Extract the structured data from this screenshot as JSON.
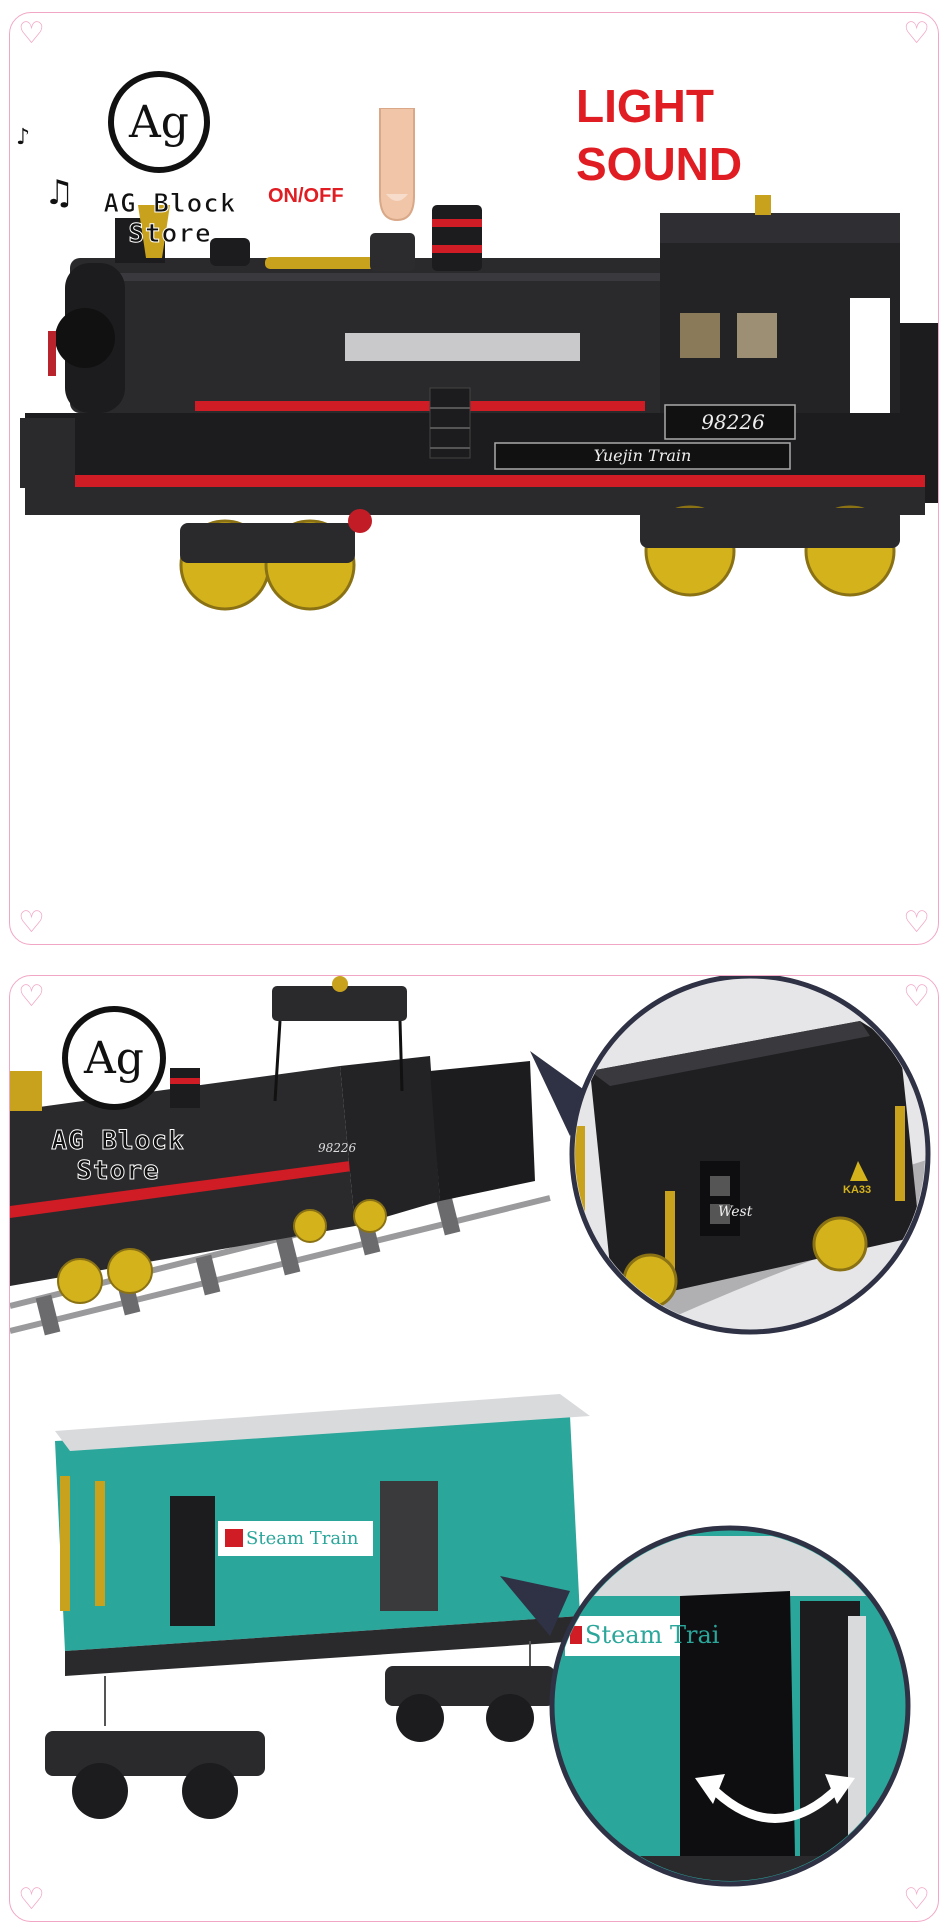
{
  "brand": {
    "logo_mark": "Ag",
    "logo_text_line1": "AG Block",
    "logo_text_line2": "Store"
  },
  "top_panel": {
    "feature_line1": "LIGHT",
    "feature_line2": "SOUND",
    "switch_label": "ON/OFF",
    "locomotive_number": "98226",
    "locomotive_name": "Yuejin Train"
  },
  "bottom_panel": {
    "locomotive_number": "98226",
    "tender_badge": "West",
    "tender_code": "KA33",
    "boxcar_label": "Steam Train",
    "zoom_label": "Steam Trai"
  },
  "colors": {
    "frame_pink": "#f2a6c6",
    "accent_red": "#e01d23",
    "body_black": "#1c1c1e",
    "wheel_gold": "#d4b21c",
    "boxcar_teal": "#2aa69a"
  },
  "icons": [
    "heart-icon",
    "music-note-icon",
    "pointing-finger-icon",
    "curved-arrow-icon"
  ]
}
